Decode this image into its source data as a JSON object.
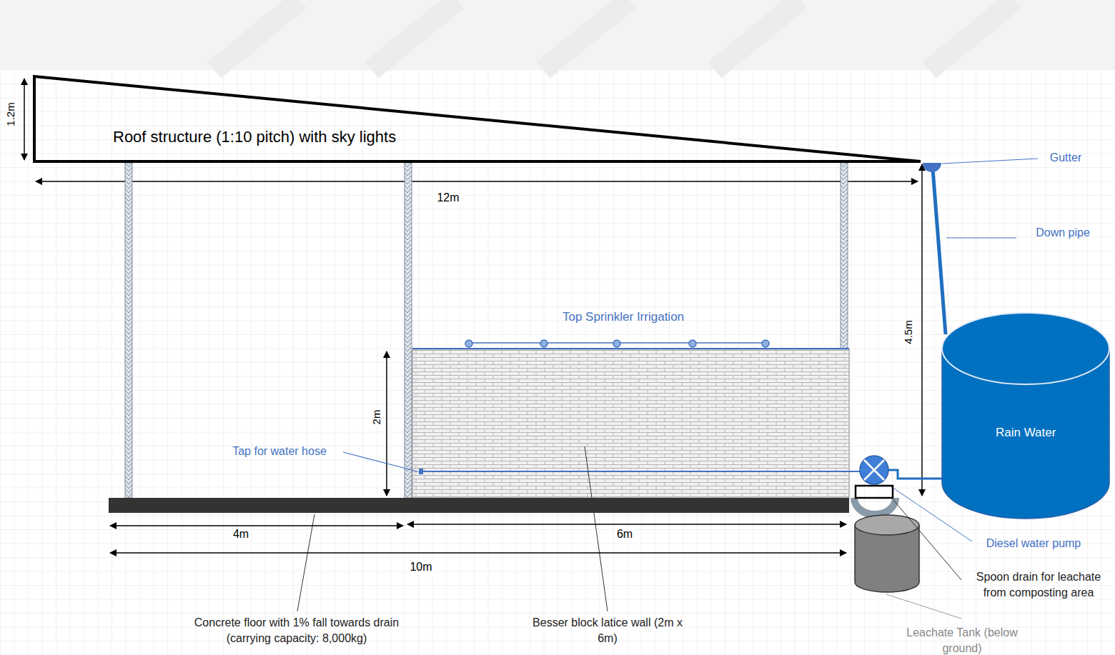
{
  "diagram": {
    "nodes": [
      {
        "text": [
          "Roof structure (1:10 pitch) with sky lights"
        ]
      },
      {
        "text": [
          "Rain Water"
        ]
      }
    ],
    "labels": [
      "1.2m",
      "12m",
      "Gutter",
      "Down pipe",
      "Top Sprinkler Irrigation",
      "4.5m",
      "2m",
      "Tap for water hose",
      "Diesel water pump",
      "4m",
      "6m",
      "10m",
      "Spoon drain for leachate from composting area",
      "Leachate Tank (below ground)",
      "Concrete floor with 1% fall towards drain (carrying capacity: 8,000kg)",
      "Besser block latice wall (2m x 6m)"
    ]
  }
}
